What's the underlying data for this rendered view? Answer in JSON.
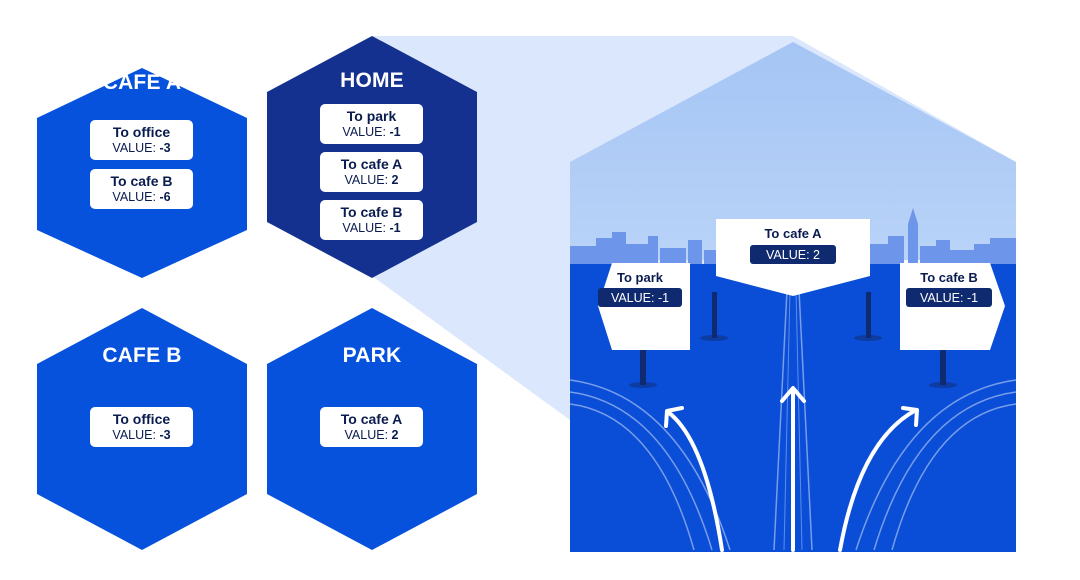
{
  "states": {
    "cafe_a": {
      "title": "CAFE A",
      "actions": [
        {
          "label": "To office",
          "value_prefix": "VALUE: ",
          "value": "-3"
        },
        {
          "label": "To cafe B",
          "value_prefix": "VALUE: ",
          "value": "-6"
        }
      ]
    },
    "home": {
      "title": "HOME",
      "actions": [
        {
          "label": "To park",
          "value_prefix": "VALUE: ",
          "value": "-1"
        },
        {
          "label": "To cafe A",
          "value_prefix": "VALUE: ",
          "value": "2"
        },
        {
          "label": "To cafe B",
          "value_prefix": "VALUE: ",
          "value": "-1"
        }
      ]
    },
    "cafe_b": {
      "title": "CAFE B",
      "actions": [
        {
          "label": "To office",
          "value_prefix": "VALUE: ",
          "value": "-3"
        }
      ]
    },
    "park": {
      "title": "PARK",
      "actions": [
        {
          "label": "To cafe A",
          "value_prefix": "VALUE: ",
          "value": "2"
        }
      ]
    }
  },
  "zoom_signs": {
    "left": {
      "label": "To park",
      "value_text": "VALUE: -1"
    },
    "center": {
      "label": "To cafe A",
      "value_text": "VALUE: 2"
    },
    "right": {
      "label": "To cafe B",
      "value_text": "VALUE: -1"
    }
  },
  "colors": {
    "hex_blue": "#0652dd",
    "hex_navy": "#15318f",
    "sky": "#a9c8f5",
    "zoom_cone": "#dbe7fd",
    "skyline": "#6d96ea",
    "ground": "#0a4ed8",
    "sign_value_bg": "#0f2a6e"
  }
}
